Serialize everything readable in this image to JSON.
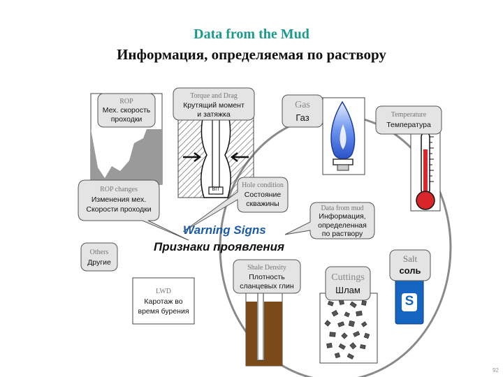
{
  "title": {
    "en": "Data from the Mud",
    "ru": "Информация, определяемая по раствору"
  },
  "rop": {
    "en": "ROP",
    "ru_line1": "Мех. скорость",
    "ru_line2": "проходки"
  },
  "torque": {
    "en": "Torque and Drag",
    "ru_line1": "Крутящий момент",
    "ru_line2": "и затяжка",
    "bit_label": "BIT"
  },
  "gas": {
    "en": "Gas",
    "ru": "Газ"
  },
  "temperature": {
    "en": "Temperature",
    "ru": "Температура"
  },
  "rop_changes": {
    "en": "ROP changes",
    "ru_line1": "Изменения мех.",
    "ru_line2": "Скорости проходки"
  },
  "hole_condition": {
    "en": "Hole condition",
    "ru_line1": "Состояние",
    "ru_line2": "скважины"
  },
  "data_from_mud": {
    "en": "Data from mud",
    "ru_line1": "Информация,",
    "ru_line2": "определенная",
    "ru_line3": "по раствору"
  },
  "warning": {
    "en": "Warning Signs",
    "ru": "Признаки проявления"
  },
  "others": {
    "en": "Others",
    "ru": "Другие"
  },
  "shale_density": {
    "en": "Shale Density",
    "ru_line1": "Плотность",
    "ru_line2": "сланцевых глин"
  },
  "cuttings": {
    "en": "Cuttings",
    "ru": "Шлам"
  },
  "salt": {
    "en": "Salt",
    "ru": "соль",
    "can_letter": "S"
  },
  "lwd": {
    "en": "LWD",
    "ru_line1": "Каротаж во",
    "ru_line2": "время бурения"
  },
  "page_number": "92",
  "colors": {
    "title_en": "#1a9a8a",
    "warning_en": "#1a5aa8",
    "flame": "#3a6de0",
    "thermometer": "#d8262b",
    "salt_can": "#1565c0",
    "shale_mud": "#7a4a18"
  },
  "icons": [
    "rop-log-icon",
    "torque-well-icon",
    "gas-flame-icon",
    "thermometer-icon",
    "shale-density-icon",
    "cuttings-icon",
    "salt-shaker-icon"
  ]
}
